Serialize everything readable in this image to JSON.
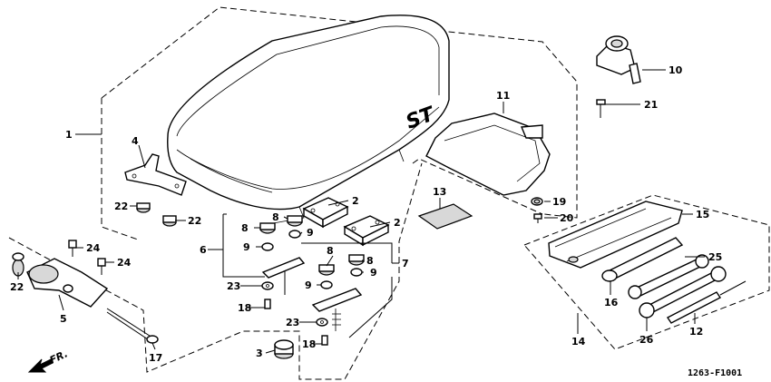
{
  "diagram": {
    "callouts": {
      "c1": "1",
      "c2a": "2",
      "c2b": "2",
      "c3": "3",
      "c4": "4",
      "c5": "5",
      "c6": "6",
      "c7": "7",
      "c8a": "8",
      "c8b": "8",
      "c8c": "8",
      "c8d": "8",
      "c9a": "9",
      "c9b": "9",
      "c9c": "9",
      "c9d": "9",
      "c10": "10",
      "c11": "11",
      "c12": "12",
      "c13": "13",
      "c14": "14",
      "c15": "15",
      "c16": "16",
      "c17": "17",
      "c18a": "18",
      "c18b": "18",
      "c19": "19",
      "c20": "20",
      "c21": "21",
      "c22a": "22",
      "c22b": "22",
      "c22c": "22",
      "c23a": "23",
      "c23b": "23",
      "c24a": "24",
      "c24b": "24",
      "c25": "25",
      "c26": "26"
    },
    "seat_emblem": "ST",
    "direction_label": "FR.",
    "figure_code": "1263-F1001"
  }
}
